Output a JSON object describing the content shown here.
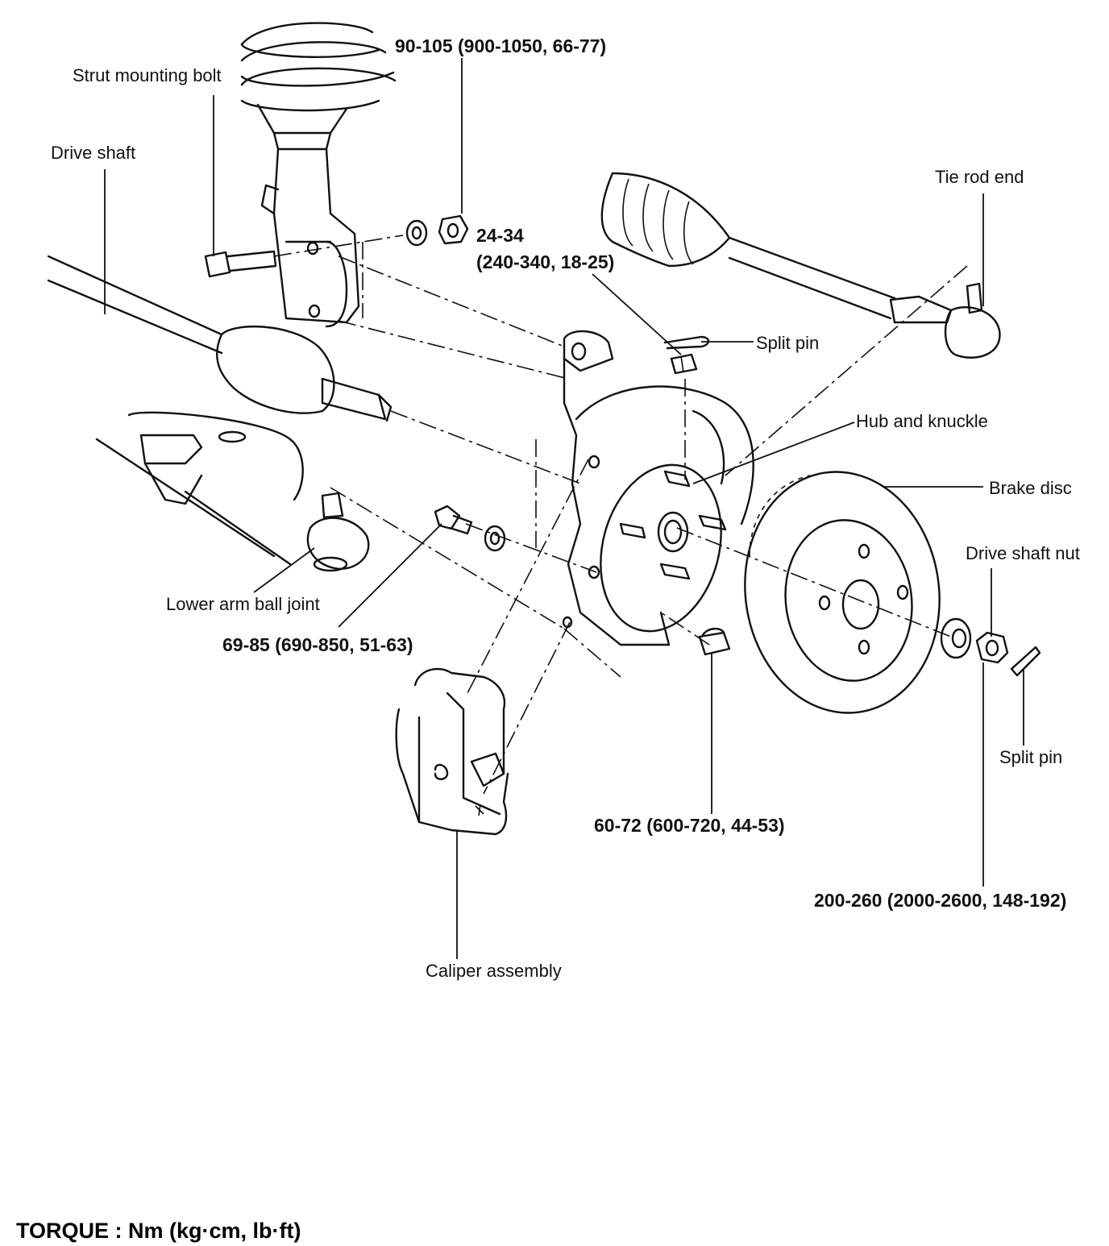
{
  "labels": {
    "strut_mounting_bolt": "Strut mounting bolt",
    "torque_strut": "90-105 (900-1050, 66-77)",
    "drive_shaft": "Drive shaft",
    "torque_tie_rod_nut_line1": "24-34",
    "torque_tie_rod_nut_line2": "(240-340, 18-25)",
    "tie_rod_end": "Tie rod end",
    "split_pin_upper": "Split pin",
    "hub_and_knuckle": "Hub and knuckle",
    "brake_disc": "Brake disc",
    "drive_shaft_nut": "Drive shaft nut",
    "lower_arm_ball_joint": "Lower arm ball joint",
    "torque_caliper_bolt": "69-85 (690-850, 51-63)",
    "split_pin_lower": "Split pin",
    "torque_ball_joint_nut": "60-72 (600-720, 44-53)",
    "torque_drive_shaft_nut": "200-260 (2000-2600, 148-192)",
    "caliper_assembly": "Caliper assembly"
  },
  "footer": {
    "torque_units": "TORQUE : Nm (kg·cm, lb·ft)"
  }
}
